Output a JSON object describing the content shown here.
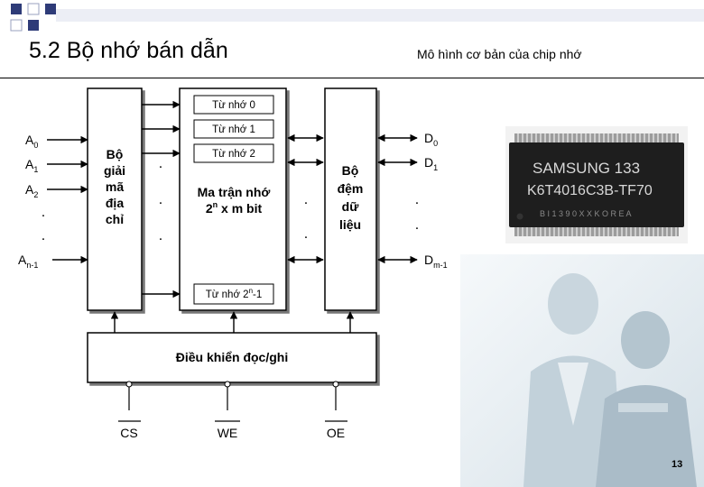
{
  "slide": {
    "title": "5.2 Bộ nhớ bán dẫn",
    "subtitle": "Mô hình cơ bản của chip nhớ",
    "page_number": "13"
  },
  "colors": {
    "accent_square": "#2e3b78",
    "square_outline": "#9aa0bf",
    "block_fill": "#ffffff",
    "photo_tint": "#dfe8ee"
  },
  "diagram": {
    "decoder": {
      "lines": [
        "Bộ",
        "giải",
        "mã",
        "địa",
        "chỉ"
      ]
    },
    "address_lines": [
      {
        "base": "A",
        "sub": "0"
      },
      {
        "base": "A",
        "sub": "1"
      },
      {
        "base": "A",
        "sub": "2"
      },
      {
        "base": "A",
        "sub": "n-1"
      }
    ],
    "memory_words": [
      "Từ nhớ 0",
      "Từ nhớ 1",
      "Từ nhớ 2"
    ],
    "last_word": {
      "pre": "Từ nhớ 2",
      "sup": "n",
      "post": "-1"
    },
    "matrix": {
      "line1": "Ma trận nhớ",
      "line2_base": "2",
      "line2_sup": "n",
      "line2_rest": " x m bit"
    },
    "buffer": {
      "lines": [
        "Bộ",
        "đệm",
        "dữ",
        "liệu"
      ]
    },
    "data_lines": [
      {
        "base": "D",
        "sub": "0"
      },
      {
        "base": "D",
        "sub": "1"
      },
      {
        "base": "D",
        "sub": "m-1"
      }
    ],
    "control": {
      "label": "Điều khiển đọc/ghi"
    },
    "control_signals": [
      "CS",
      "WE",
      "OE"
    ],
    "dot": "."
  },
  "chip": {
    "line1": "SAMSUNG  133",
    "line2": "K6T4016C3B-TF70",
    "line3": "B I 1 3 9 0 X X   K O R E A"
  }
}
